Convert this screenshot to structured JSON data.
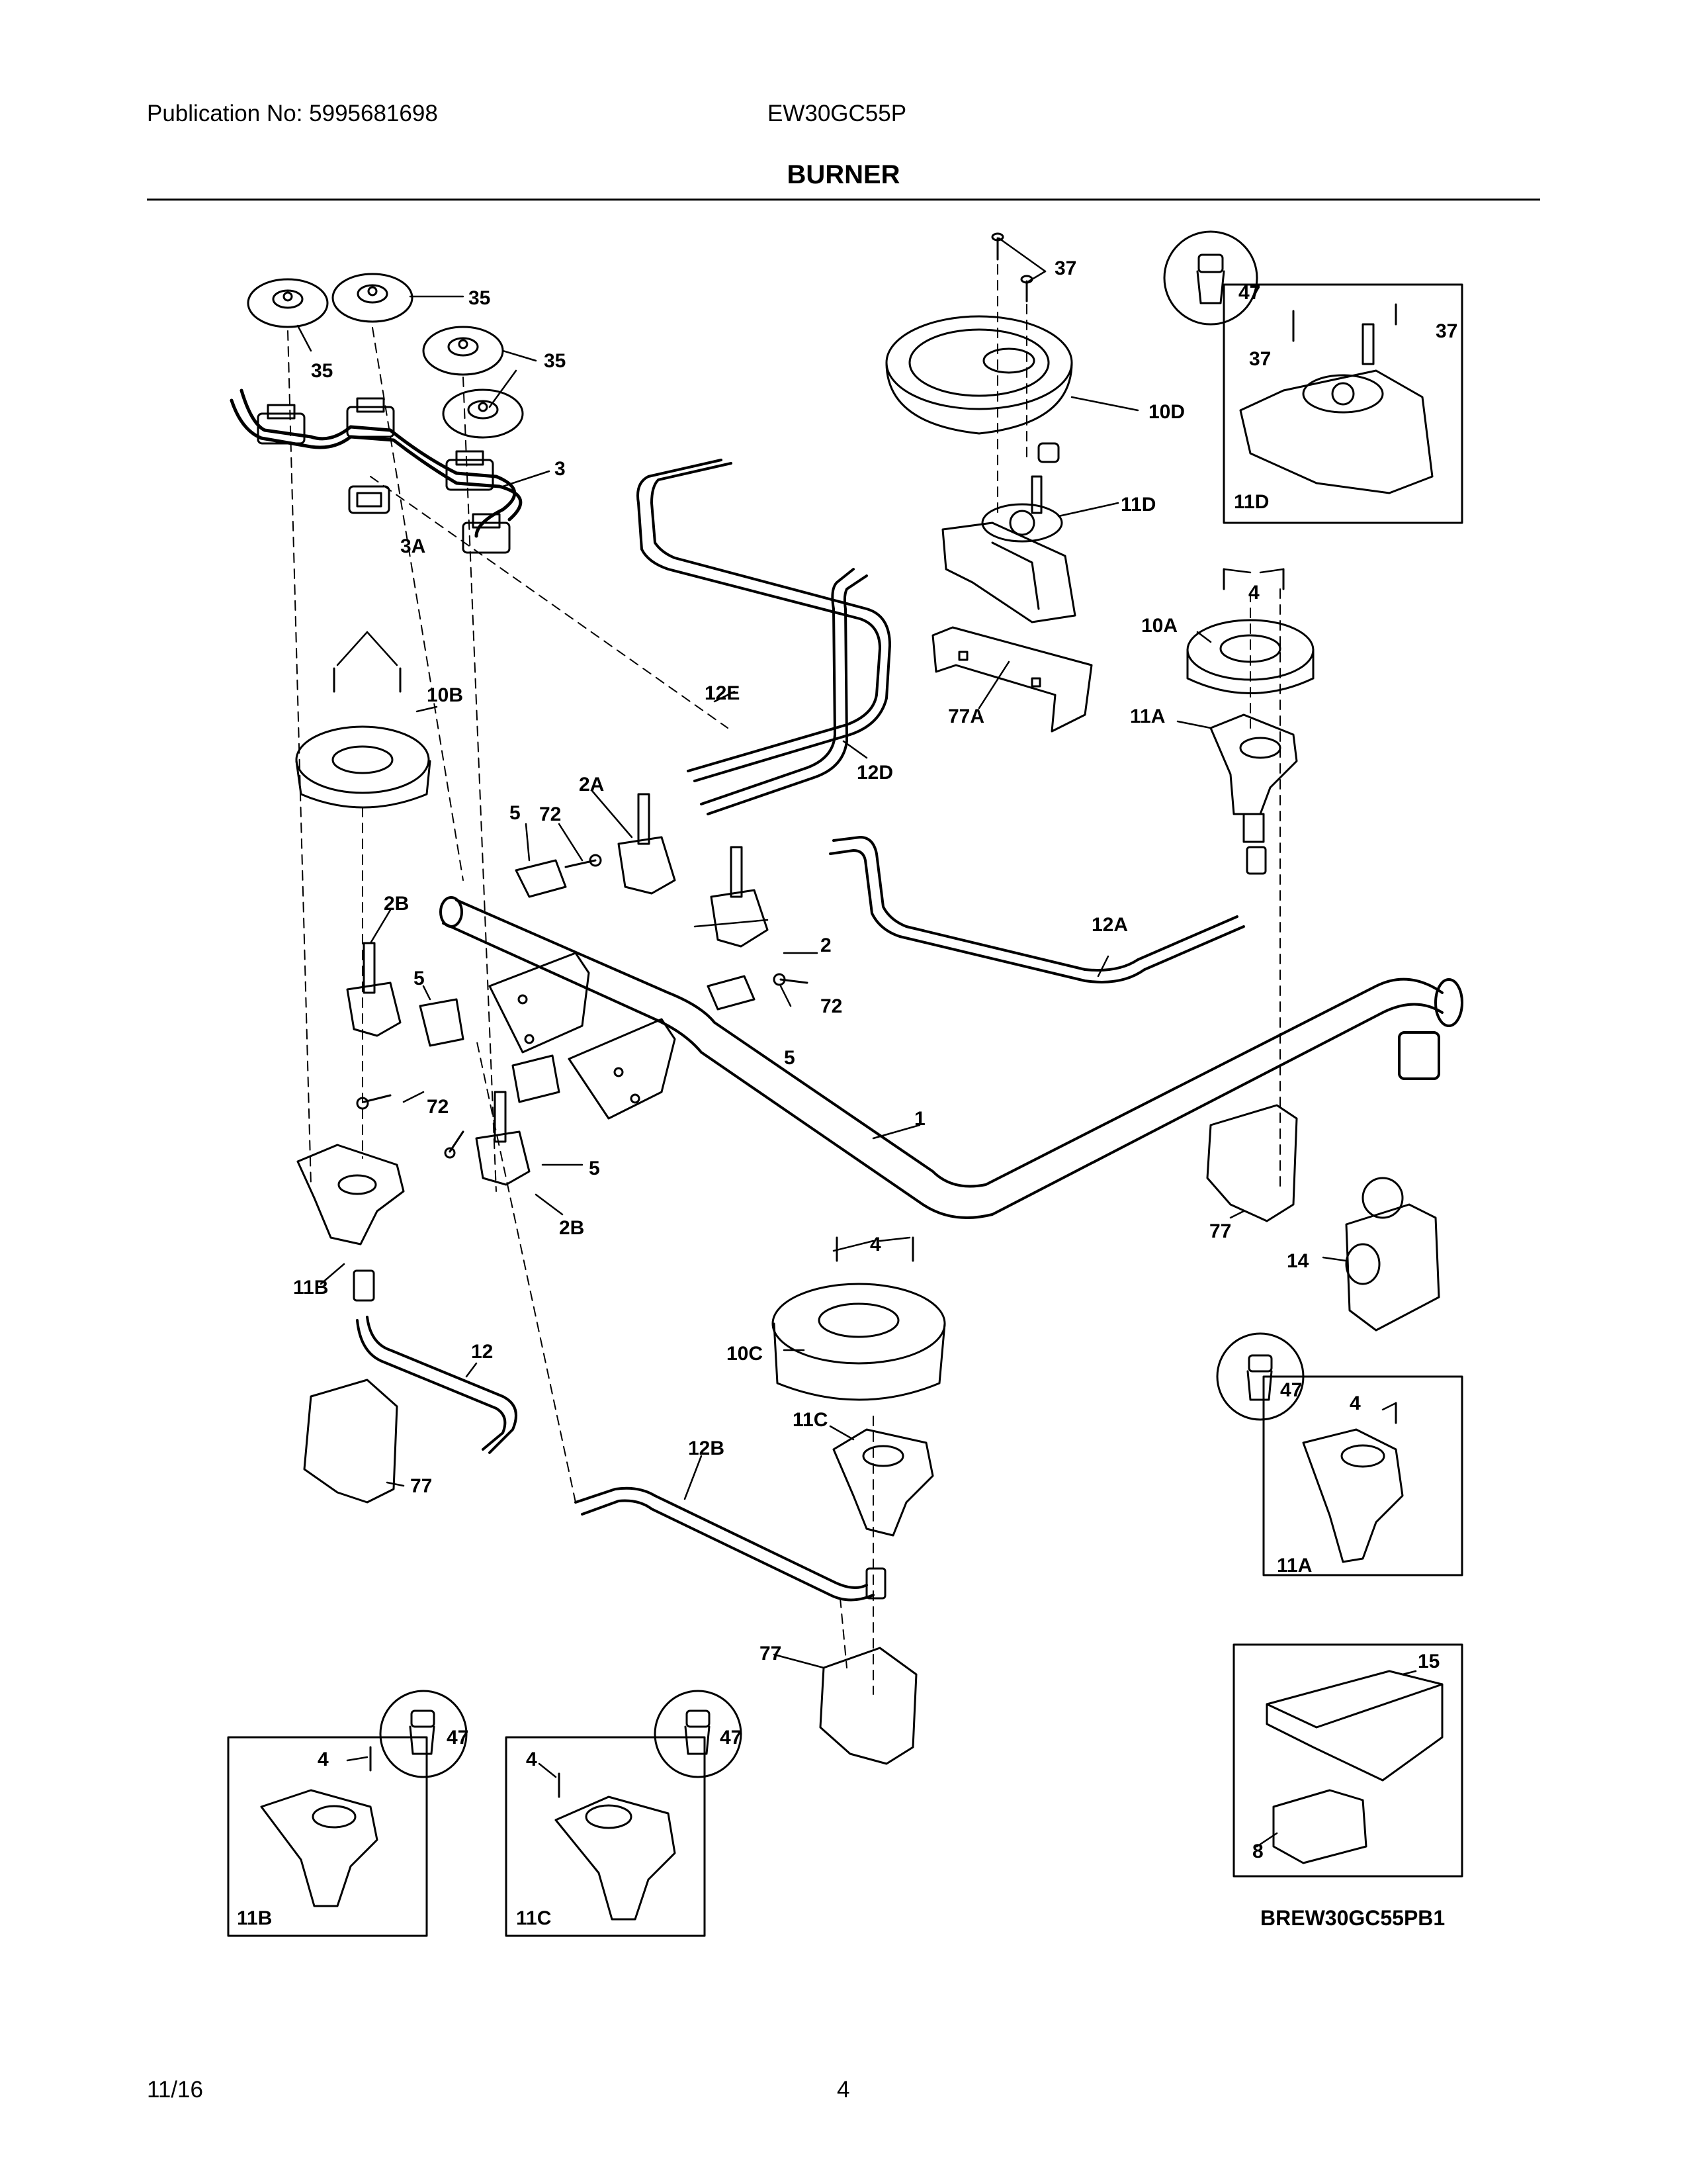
{
  "header": {
    "publication": "Publication No: 5995681698",
    "model": "EW30GC55P",
    "title": "BURNER"
  },
  "diagram": {
    "callouts": [
      "35",
      "35",
      "35",
      "3",
      "3A",
      "37",
      "37",
      "37",
      "47",
      "10D",
      "11D",
      "11D",
      "4",
      "10A",
      "11A",
      "10B",
      "12E",
      "12D",
      "77A",
      "2A",
      "72",
      "5",
      "2B",
      "5",
      "2",
      "12A",
      "72",
      "5",
      "1",
      "72",
      "5",
      "2B",
      "11B",
      "4",
      "10C",
      "77",
      "14",
      "47",
      "4",
      "11A",
      "12",
      "11C",
      "12B",
      "77",
      "77",
      "15",
      "8",
      "47",
      "4",
      "11B",
      "47",
      "4",
      "11C"
    ],
    "drawing_ref": "BREW30GC55PB1"
  },
  "footer": {
    "date": "11/16",
    "page": "4"
  }
}
